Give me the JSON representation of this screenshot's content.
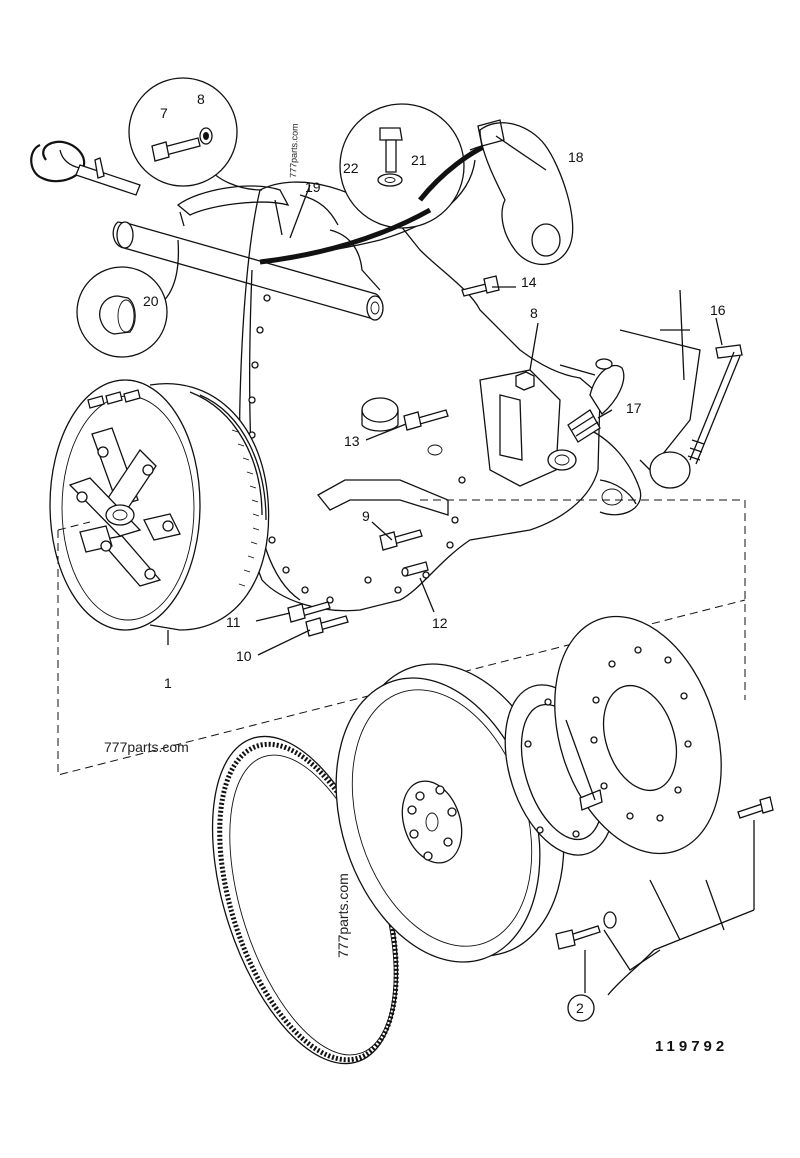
{
  "diagram": {
    "reference_number": "119792",
    "watermarks": [
      "777parts.com",
      "777parts.com",
      "777parts.com"
    ],
    "callouts": {
      "c1": "1",
      "c2": "2",
      "c7": "7",
      "c8a": "8",
      "c8b": "8",
      "c9": "9",
      "c10": "10",
      "c11": "11",
      "c12": "12",
      "c13": "13",
      "c14": "14",
      "c16": "16",
      "c17": "17",
      "c18": "18",
      "c19": "19",
      "c20": "20",
      "c21": "21",
      "c22": "22"
    }
  }
}
